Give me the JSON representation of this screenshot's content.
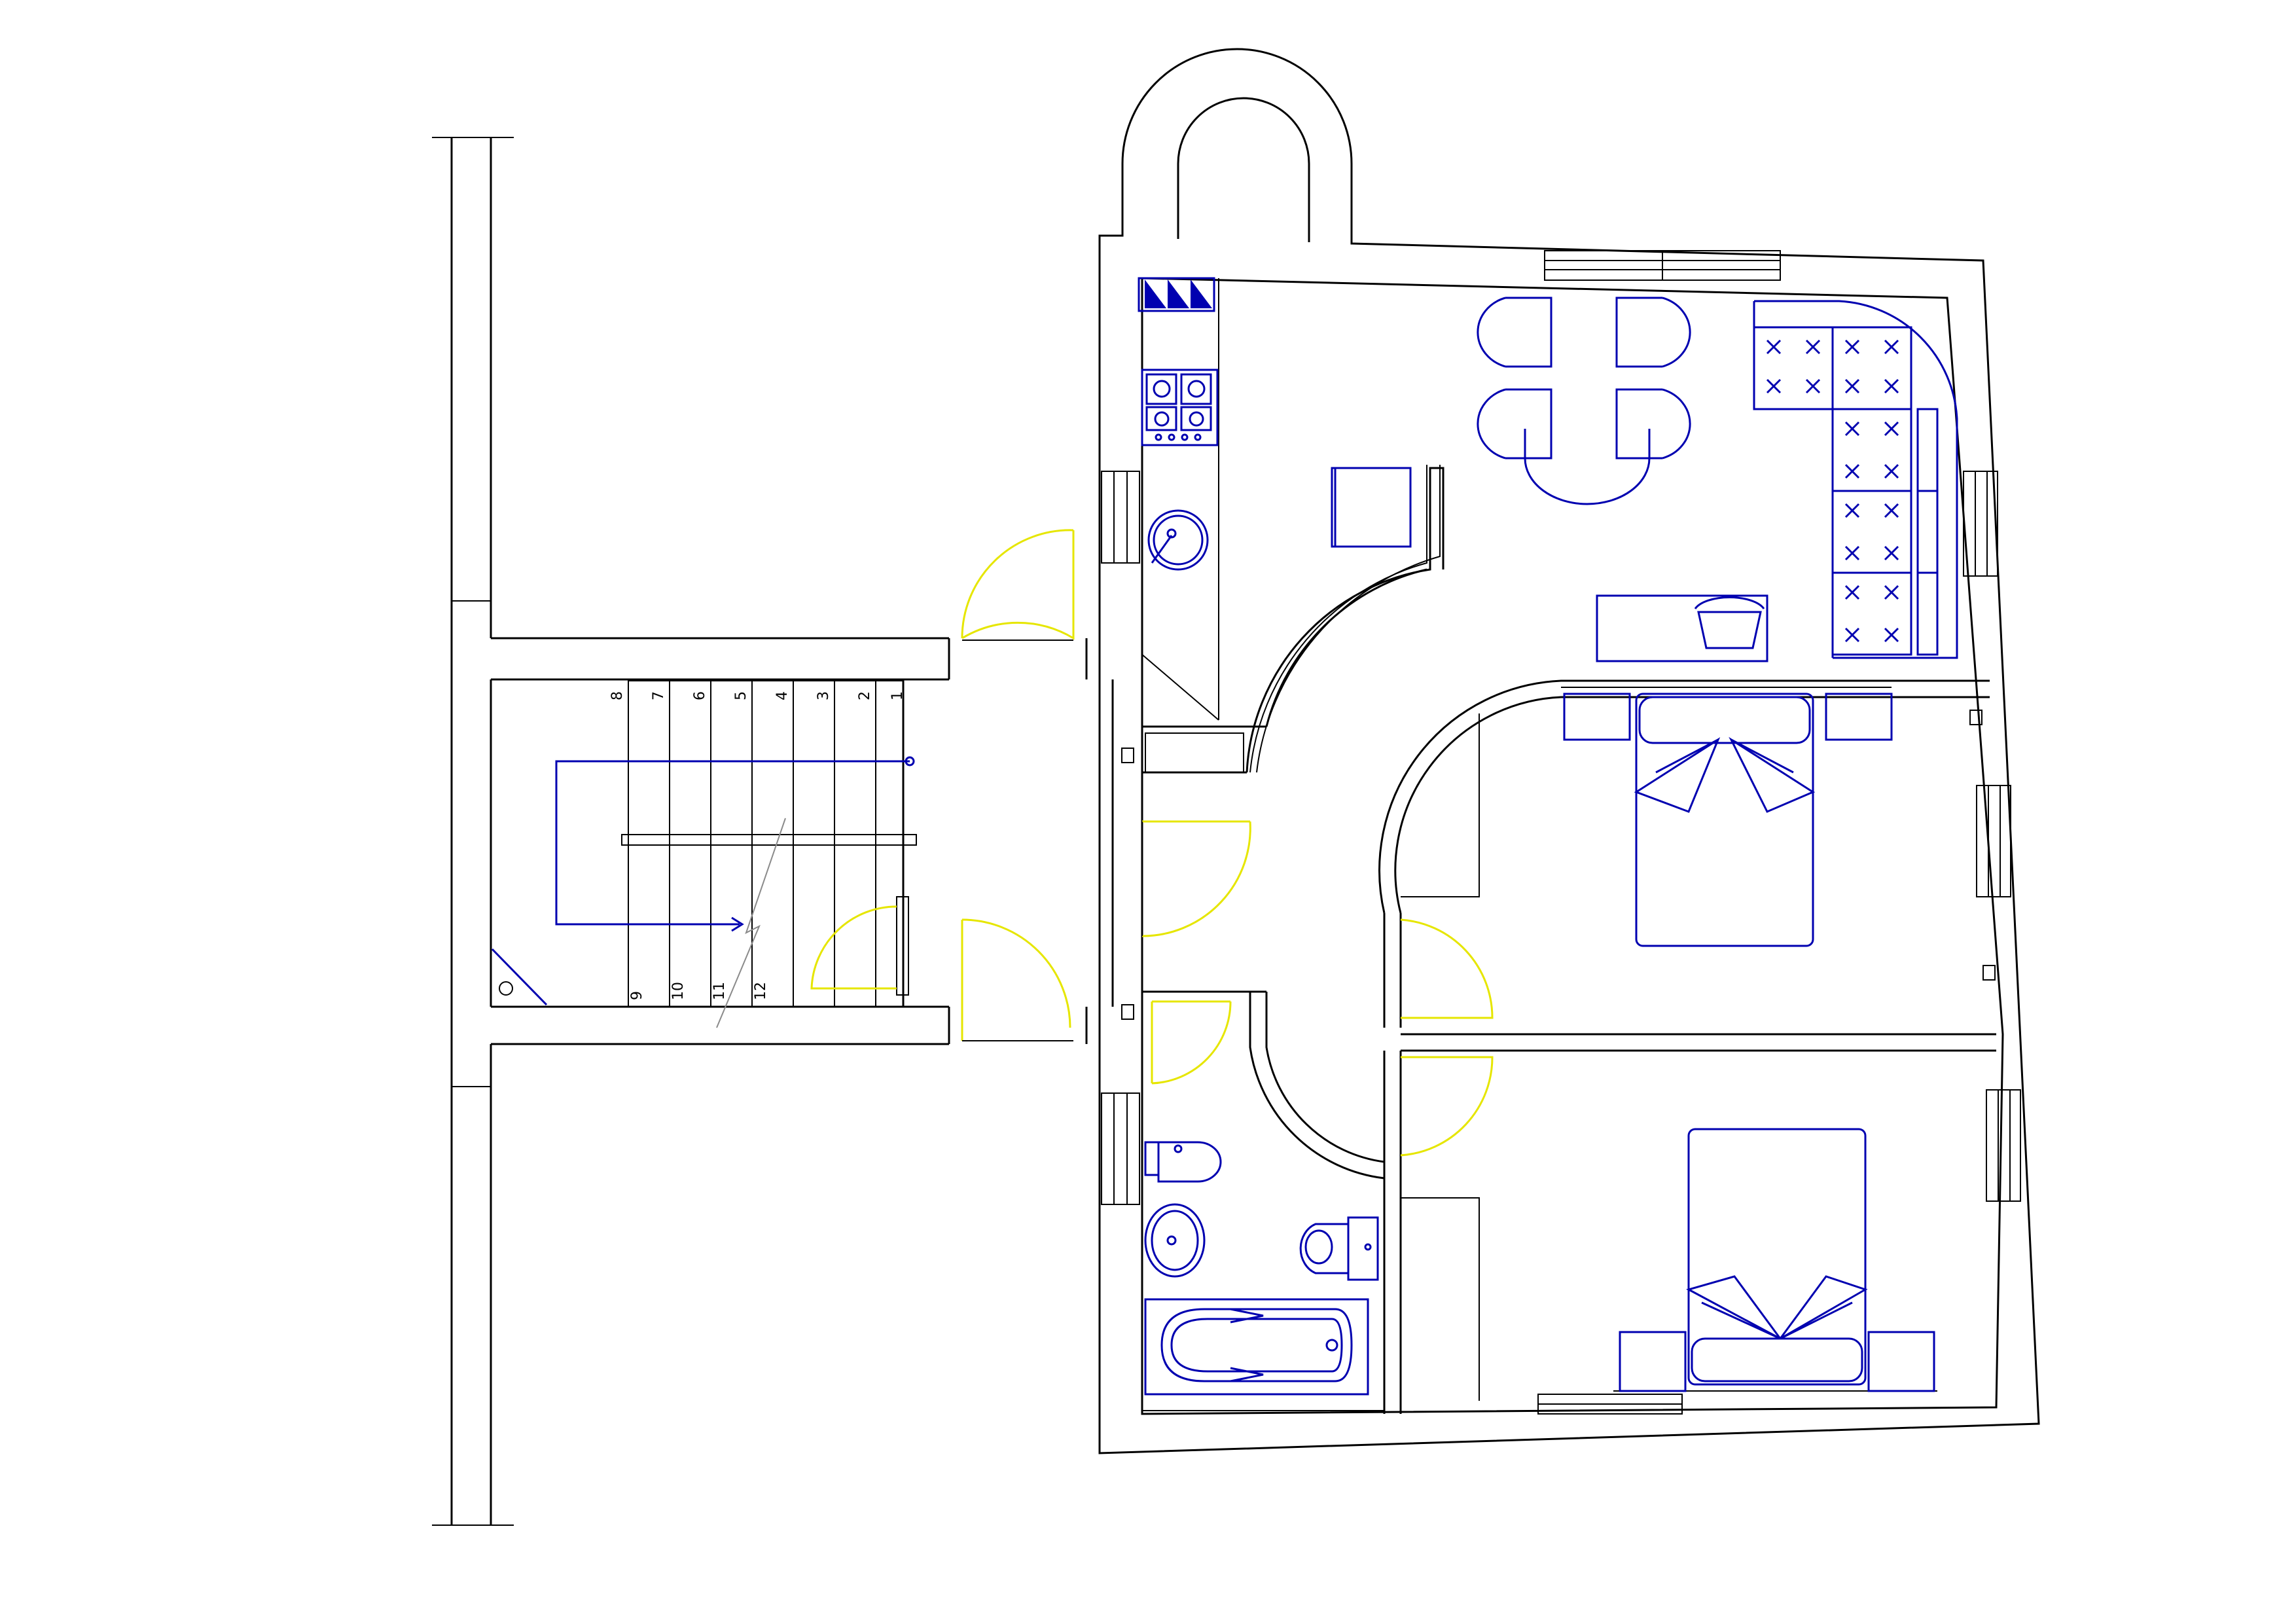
{
  "colors": {
    "walls": "#000000",
    "furniture": "#0000b0",
    "door_swings": "#e6e600",
    "break_line": "#8a8a8a",
    "background": "#ffffff"
  },
  "stairs": {
    "upper_flight_numbers": [
      "8",
      "7",
      "6",
      "5",
      "4",
      "3",
      "2",
      "1"
    ],
    "lower_flight_numbers": [
      "9",
      "10",
      "11",
      "12"
    ]
  }
}
